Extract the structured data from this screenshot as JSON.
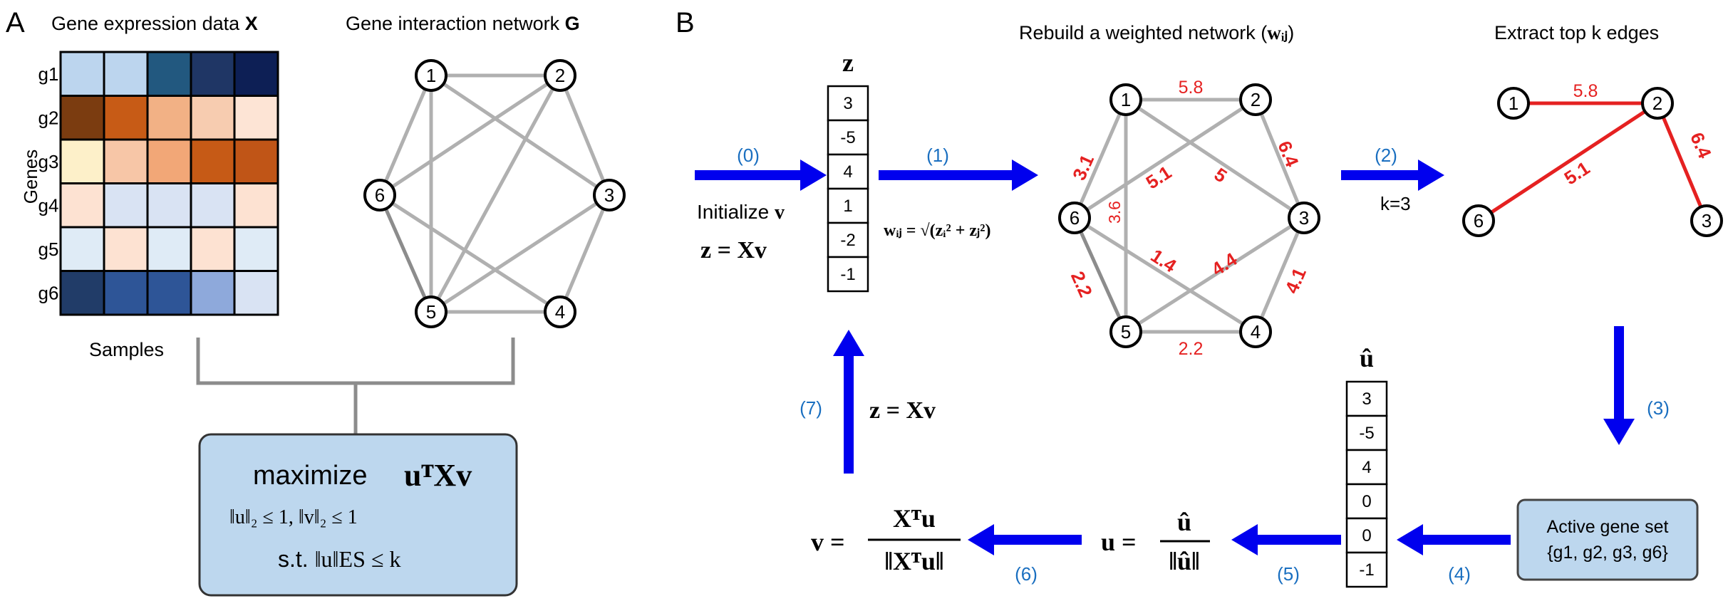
{
  "panel_a": {
    "letter": "A",
    "heatmap_title_text": "Gene expression data ",
    "heatmap_title_sym": "X",
    "network_title_text": "Gene interaction network ",
    "network_title_sym": "G",
    "y_axis_label": "Genes",
    "x_axis_label": "Samples",
    "genes": [
      "g1",
      "g2",
      "g3",
      "g4",
      "g5",
      "g6"
    ],
    "heatmap_colors": [
      [
        "#bcd5ee",
        "#bcd5ee",
        "#22587f",
        "#1f3665",
        "#0d1f55"
      ],
      [
        "#7b3c10",
        "#c75b16",
        "#f2b185",
        "#f7ccb0",
        "#fde4d5"
      ],
      [
        "#fdf0c9",
        "#f7c6a7",
        "#f2a777",
        "#c65a16",
        "#c05517"
      ],
      [
        "#fde2d2",
        "#d9e3f3",
        "#d9e3f3",
        "#d9e3f3",
        "#fde2d2"
      ],
      [
        "#dfebf6",
        "#fde2d2",
        "#dfebf6",
        "#fde2d2",
        "#dfebf6"
      ],
      [
        "#213c68",
        "#2e5597",
        "#2e5597",
        "#8ea9db",
        "#d9e3f3"
      ]
    ],
    "node_labels": [
      "1",
      "2",
      "3",
      "4",
      "5",
      "6"
    ],
    "optimization": {
      "objective_word": "maximize",
      "objective_expr": "uᵀXv",
      "constraint_line": "‖u‖₂ ≤ 1, ‖v‖₂ ≤ 1",
      "st_prefix": "s.t. ",
      "st_expr": "‖u‖ES ≤ k"
    }
  },
  "panel_b": {
    "letter": "B",
    "z_header": "z",
    "z_values": [
      "3",
      "-5",
      "4",
      "1",
      "-2",
      "-1"
    ],
    "u_header": "û",
    "u_values": [
      "3",
      "-5",
      "4",
      "0",
      "0",
      "-1"
    ],
    "rebuild_title_text": "Rebuild a weighted network (",
    "rebuild_title_sym": "wᵢⱼ",
    "rebuild_title_close": ")",
    "extract_title": "Extract top k edges",
    "init_text": "Initialize ",
    "init_sym": "v",
    "z_eq_xv": "z = Xv",
    "weight_formula": "wᵢⱼ = √(zᵢ² + zⱼ²)",
    "k_label": "k=3",
    "step_labels": [
      "(0)",
      "(1)",
      "(2)",
      "(3)",
      "(4)",
      "(5)",
      "(6)",
      "(7)"
    ],
    "active_set_title": "Active gene set",
    "active_set_members": "{g1, g2, g3, g6}",
    "u_norm_lhs": "u =",
    "u_norm_num": "û",
    "u_norm_den": "‖û‖",
    "v_lhs": "v =",
    "v_num": "Xᵀu",
    "v_den": "‖Xᵀu‖",
    "weights": {
      "w12": "5.8",
      "w23": "6.4",
      "w16": "3.1",
      "w26": "5.1",
      "w13": "5",
      "w15": "3.6",
      "w36": "4.4",
      "w46": "1.4",
      "w56": "2.2",
      "w34": "4.1",
      "w45": "2.2"
    },
    "top_edges": {
      "w12": "5.8",
      "w26": "5.1",
      "w23": "6.4"
    }
  },
  "colors": {
    "arrow_blue": "#0000ee",
    "step_label_blue": "#1a6fc0",
    "edge_red": "#e52121",
    "edge_gray": "#b0b0b0",
    "box_fill": "#bdd7ee",
    "box_stroke": "#333333"
  }
}
